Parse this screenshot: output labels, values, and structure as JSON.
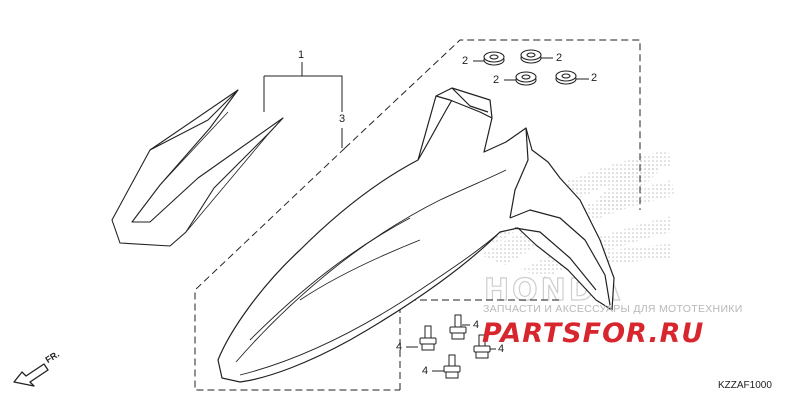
{
  "callouts": {
    "main_assembly": "1",
    "decal": "3",
    "grommet_1": "2",
    "grommet_2": "2",
    "grommet_3": "2",
    "grommet_4": "2",
    "bolt_1": "4",
    "bolt_2": "4",
    "bolt_3": "4",
    "bolt_4": "4"
  },
  "direction": {
    "label": "FR."
  },
  "diagram_code": "KZZAF1000",
  "watermark": {
    "brand": "HONDA",
    "subtitle": "ЗАПЧАСТИ И АКСЕССУАРЫ ДЛЯ МОТОТЕХНИКИ",
    "site": "PARTSFOR.RU",
    "color": "#d7262d"
  },
  "colors": {
    "line": "#222222",
    "stipple": "#bdbdbd"
  }
}
